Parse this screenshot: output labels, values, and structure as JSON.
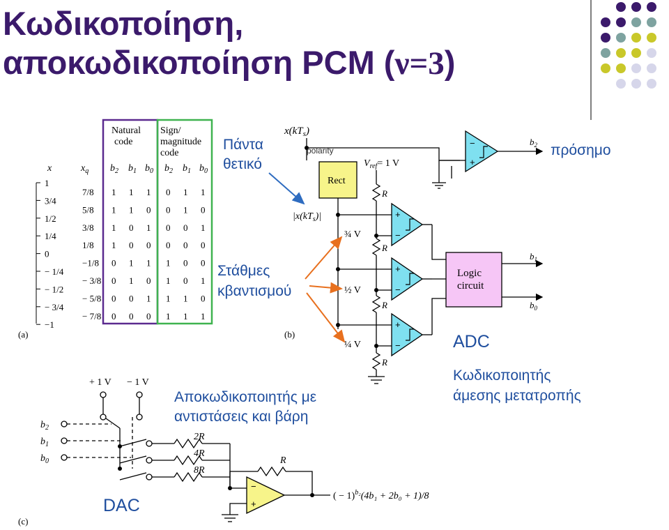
{
  "title": {
    "line1": "Κωδικοποίηση,",
    "line2": "αποκωδικοποίηση PCM (",
    "var": "ν=3",
    "close": ")"
  },
  "colors": {
    "title": "#3b1a6b",
    "annotation": "#1f4e9e",
    "purple_box": "#5b2a8f",
    "green_box": "#3fb34f",
    "comparator": "#7fe0f0",
    "rect_box": "#f7f48a",
    "logic_box": "#f6c6f6",
    "arrow_orange": "#e8701e",
    "arrow_blue": "#2e6cc0",
    "dot_purple": "#3b1a6b",
    "dot_teal": "#7ea3a0",
    "dot_olive": "#c9c82a",
    "dot_lavender": "#d6d6ea"
  },
  "table": {
    "panel_label": "(a)",
    "natural_header": [
      "Natural",
      "code"
    ],
    "sign_header": [
      "Sign/",
      "magnitude",
      "code"
    ],
    "col_x": "x",
    "col_xq": "x",
    "col_xq_sub": "q",
    "bits_natural": [
      "b",
      "b",
      "b"
    ],
    "bit_subs": [
      "2",
      "1",
      "0"
    ],
    "x_values": [
      "1",
      "3/4",
      "1/2",
      "1/4",
      "0",
      "− 1/4",
      "− 1/2",
      "− 3/4",
      "−1"
    ],
    "rows": [
      {
        "xq": "7/8",
        "nat": [
          "1",
          "1",
          "1"
        ],
        "sm": [
          "0",
          "1",
          "1"
        ]
      },
      {
        "xq": "5/8",
        "nat": [
          "1",
          "1",
          "0"
        ],
        "sm": [
          "0",
          "1",
          "0"
        ]
      },
      {
        "xq": "3/8",
        "nat": [
          "1",
          "0",
          "1"
        ],
        "sm": [
          "0",
          "0",
          "1"
        ]
      },
      {
        "xq": "1/8",
        "nat": [
          "1",
          "0",
          "0"
        ],
        "sm": [
          "0",
          "0",
          "0"
        ]
      },
      {
        "xq": "−1/8",
        "nat": [
          "0",
          "1",
          "1"
        ],
        "sm": [
          "1",
          "0",
          "0"
        ]
      },
      {
        "xq": "− 3/8",
        "nat": [
          "0",
          "1",
          "0"
        ],
        "sm": [
          "1",
          "0",
          "1"
        ]
      },
      {
        "xq": "− 5/8",
        "nat": [
          "0",
          "0",
          "1"
        ],
        "sm": [
          "1",
          "1",
          "0"
        ]
      },
      {
        "xq": "− 7/8",
        "nat": [
          "0",
          "0",
          "0"
        ],
        "sm": [
          "1",
          "1",
          "1"
        ]
      }
    ]
  },
  "adc": {
    "panel_label": "(b)",
    "input_label": "x(kT",
    "input_sub": "s",
    "input_close": ")",
    "abs_label": "|x(kT",
    "abs_close": ")|",
    "polarity": "polarity",
    "rect": "Rect",
    "vref": "V",
    "vref_sub": "ref",
    "vref_val": "= 1 V",
    "resistor": "R",
    "levels": [
      "¾ V",
      "½ V",
      "¼ V"
    ],
    "logic": [
      "Logic",
      "circuit"
    ],
    "out_b2": "b",
    "out_b1": "b",
    "out_b0": "b",
    "annot_positive": [
      "Πάντα",
      "θετικό"
    ],
    "annot_sign": "πρόσημο",
    "annot_levels": [
      "Στάθμες",
      "κβαντισμού"
    ],
    "adc_label": "ADC",
    "adc_desc": [
      "Κωδικοποιητής",
      "άμεσης μετατροπής"
    ]
  },
  "dac": {
    "panel_label": "(c)",
    "plus_v": "+ 1 V",
    "minus_v": "− 1 V",
    "inputs": [
      "b",
      "b",
      "b"
    ],
    "resistors": [
      "2R",
      "4R",
      "8R"
    ],
    "feedback": "R",
    "output": "( − 1)",
    "output_exp": "b₂",
    "output_rest": "(4b₁ + 2b₀ + 1)/8",
    "desc": [
      "Αποκωδικοποιητής με",
      "αντιστάσεις και βάρη"
    ],
    "dac_label": "DAC"
  }
}
